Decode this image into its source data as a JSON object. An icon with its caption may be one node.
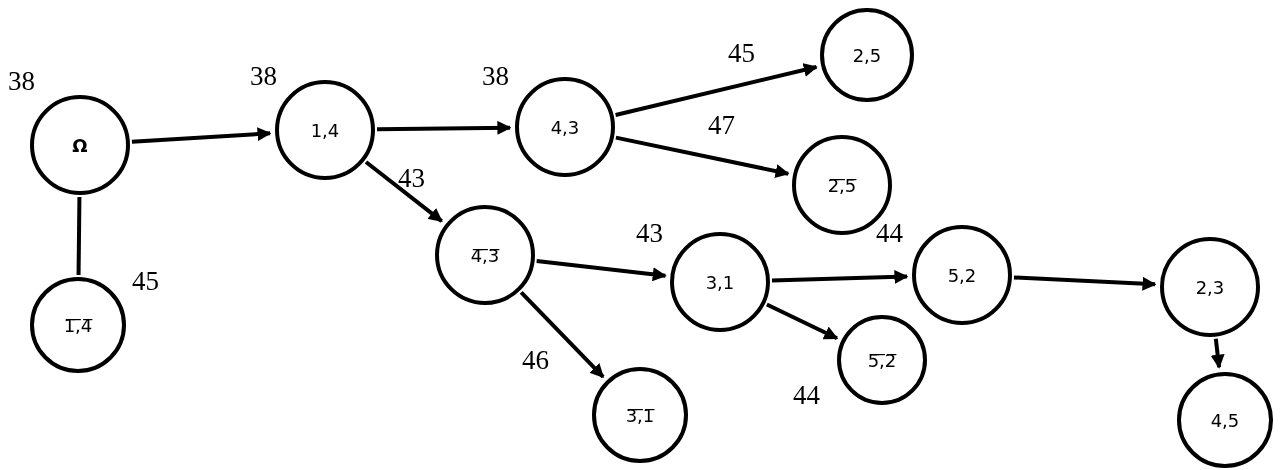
{
  "diagram": {
    "nodes": [
      {
        "text": [
          "Ω"
        ],
        "beside": [
          "38"
        ]
      },
      {
        "text": [
          "1,4"
        ],
        "beside": [
          "38"
        ]
      },
      {
        "text": [
          "4,3"
        ],
        "beside": [
          "38"
        ]
      },
      {
        "text": [
          "2,5"
        ],
        "beside": [
          "45"
        ]
      },
      {
        "text": [
          "2̅,̅5̅"
        ],
        "beside": [
          "47"
        ]
      },
      {
        "text": [
          "4̅,̅3̅"
        ],
        "beside": [
          "43"
        ]
      },
      {
        "text": [
          "3,1"
        ],
        "beside": [
          "43"
        ]
      },
      {
        "text": [
          "5,2"
        ],
        "beside": [
          "44"
        ]
      },
      {
        "text": [
          "2,3"
        ]
      },
      {
        "text": [
          "5̅,̅2̅"
        ],
        "beside": [
          "44"
        ]
      },
      {
        "text": [
          "3̅,̅1̅"
        ],
        "beside": [
          "46"
        ]
      },
      {
        "text": [
          "4,5"
        ]
      },
      {
        "text": [
          "1̅,̅4̅"
        ],
        "beside": [
          "45"
        ]
      }
    ],
    "edges": [
      {
        "from": 0,
        "to": 1,
        "arrow": "to"
      },
      {
        "from": 0,
        "to": 12,
        "arrow": "none"
      },
      {
        "from": 1,
        "to": 2,
        "arrow": "to"
      },
      {
        "from": 2,
        "to": 3,
        "arrow": "to"
      },
      {
        "from": 2,
        "to": 4,
        "arrow": "to"
      },
      {
        "from": 1,
        "to": 5,
        "arrow": "to"
      },
      {
        "from": 5,
        "to": 6,
        "arrow": "to"
      },
      {
        "from": 5,
        "to": 10,
        "arrow": "to"
      },
      {
        "from": 6,
        "to": 7,
        "arrow": "to"
      },
      {
        "from": 6,
        "to": 9,
        "arrow": "to"
      },
      {
        "from": 7,
        "to": 8,
        "arrow": "to"
      },
      {
        "from": 8,
        "to": 11,
        "arrow": "to"
      }
    ]
  }
}
